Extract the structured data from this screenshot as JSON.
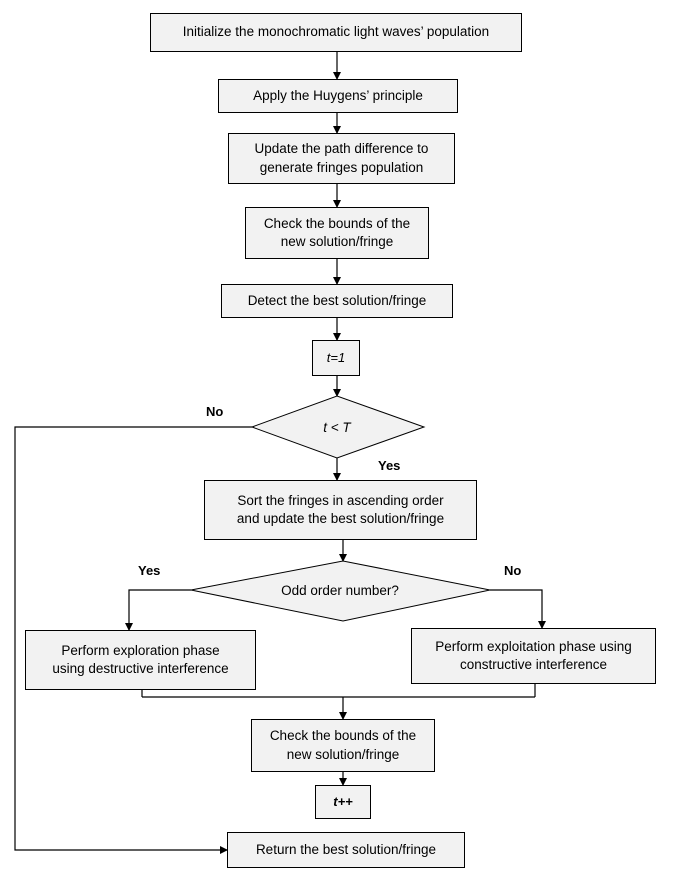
{
  "steps": {
    "init": "Initialize the monochromatic light waves’ population",
    "huygens": "Apply the Huygens’ principle",
    "update_path_1": "Update the path difference to",
    "update_path_2": "generate fringes population",
    "check_bounds_1_a": "Check the bounds of the",
    "check_bounds_1_b": "new solution/fringe",
    "detect_best": "Detect the best solution/fringe",
    "t_init": "t=1",
    "loop_condition": "t < T",
    "sort_1": "Sort the fringes in ascending order",
    "sort_2": "and update the best solution/fringe",
    "odd_question": "Odd order number?",
    "exploration_1": "Perform exploration phase",
    "exploration_2": "using destructive interference",
    "exploitation_1": "Perform exploitation phase using",
    "exploitation_2": "constructive interference",
    "check_bounds_2_a": "Check the bounds of the",
    "check_bounds_2_b": "new solution/fringe",
    "t_increment": "t++",
    "return_best": "Return the best solution/fringe"
  },
  "labels": {
    "loop_no": "No",
    "loop_yes": "Yes",
    "odd_yes": "Yes",
    "odd_no": "No"
  }
}
